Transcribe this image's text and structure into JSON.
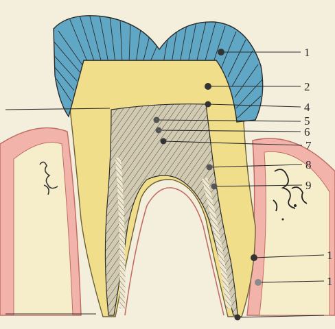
{
  "colors": {
    "background": "#f4efdc",
    "enamel": "#5fa7c4",
    "dentin": "#f1de8a",
    "pulp": "#cfc8ae",
    "gum": "#e9a8a0",
    "bone": "#f6eecb",
    "line": "#2b2b2b"
  },
  "labels": [
    {
      "id": "1",
      "text": "1"
    },
    {
      "id": "2",
      "text": "2"
    },
    {
      "id": "4",
      "text": "4"
    },
    {
      "id": "5",
      "text": "5"
    },
    {
      "id": "6",
      "text": "6"
    },
    {
      "id": "7",
      "text": "7"
    },
    {
      "id": "8",
      "text": "8"
    },
    {
      "id": "9",
      "text": "9"
    },
    {
      "id": "10",
      "text": "1"
    },
    {
      "id": "11",
      "text": "1"
    }
  ]
}
